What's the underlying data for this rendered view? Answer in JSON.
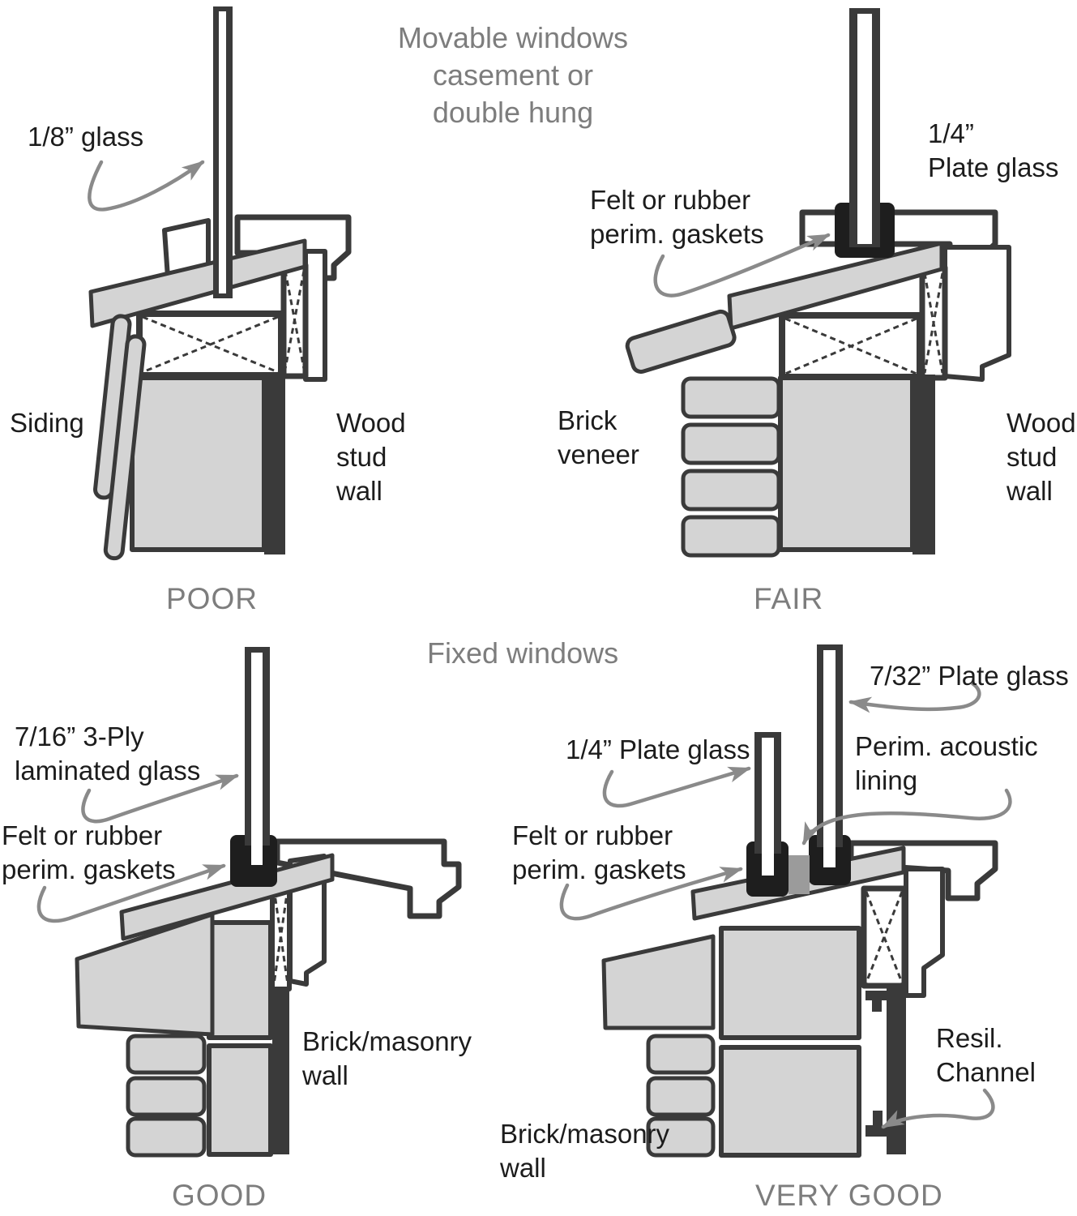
{
  "titles": {
    "movable_line1": "Movable windows",
    "movable_line2": "casement or",
    "movable_line3": "double hung",
    "fixed": "Fixed windows"
  },
  "panels": {
    "poor": {
      "caption": "POOR",
      "labels": {
        "glass": "1/8” glass",
        "siding": "Siding",
        "wall_line1": "Wood",
        "wall_line2": "stud",
        "wall_line3": "wall"
      }
    },
    "fair": {
      "caption": "FAIR",
      "labels": {
        "gasket_line1": "Felt or rubber",
        "gasket_line2": "perim. gaskets",
        "glass_line1": "1/4”",
        "glass_line2": "Plate glass",
        "brick_line1": "Brick",
        "brick_line2": "veneer",
        "wall_line1": "Wood",
        "wall_line2": "stud",
        "wall_line3": "wall"
      }
    },
    "good": {
      "caption": "GOOD",
      "labels": {
        "glass_line1": "7/16” 3-Ply",
        "glass_line2": "laminated glass",
        "gasket_line1": "Felt or rubber",
        "gasket_line2": "perim. gaskets",
        "wall_line1": "Brick/masonry",
        "wall_line2": "wall"
      }
    },
    "very_good": {
      "caption": "VERY GOOD",
      "labels": {
        "glass1": "1/4” Plate glass",
        "glass2": "7/32” Plate glass",
        "lining_line1": "Perim. acoustic",
        "lining_line2": "lining",
        "gasket_line1": "Felt or rubber",
        "gasket_line2": "perim. gaskets",
        "channel_line1": "Resil.",
        "channel_line2": "Channel",
        "wall_line1": "Brick/masonry",
        "wall_line2": "wall"
      }
    }
  },
  "colors": {
    "text": "#1c1c1c",
    "muted": "#7d7d7d",
    "line": "#3a3a3a",
    "fill_light": "#d4d4d4",
    "fill_medium": "#9b9b9b",
    "arrow": "#8a8a8a",
    "background": "#ffffff"
  }
}
